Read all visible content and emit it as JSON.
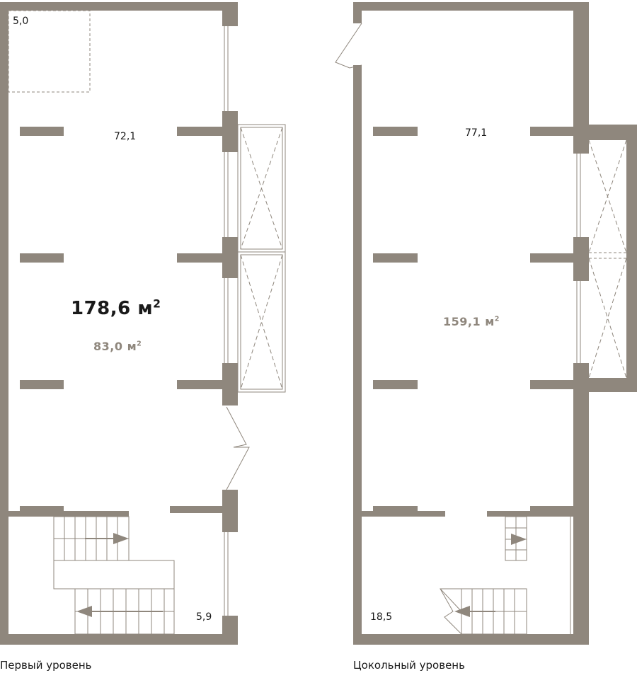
{
  "colors": {
    "wall": "#8f877d",
    "line": "#8f877d",
    "text_dark": "#1a1a1a",
    "text_grey": "#8f877d",
    "background": "#ffffff"
  },
  "first_level": {
    "caption": "Первый уровень",
    "total_area": "178,6",
    "unit": "м",
    "unit_exp": "2",
    "sub_area": "83,0",
    "room_top_left": "5,0",
    "room_main": "72,1",
    "room_bottom_right": "5,9"
  },
  "basement_level": {
    "caption": "Цокольный уровень",
    "area": "159,1",
    "unit": "м",
    "unit_exp": "2",
    "room_main": "77,1",
    "room_bottom_left": "18,5"
  }
}
